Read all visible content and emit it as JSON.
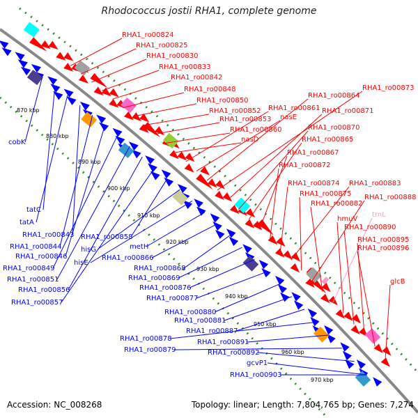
{
  "title": "Rhodococcus jostii RHA1, complete genome",
  "footer": {
    "accession": "Accession: NC_008268",
    "topology": "Topology: linear; Length: 7,804,765 bp; Genes: 7,274"
  },
  "ticks": [
    "870 kbp",
    "880 kbp",
    "890 kbp",
    "900 kbp",
    "910 kbp",
    "920 kbp",
    "930 kbp",
    "940 kbp",
    "950 kbp",
    "960 kbp",
    "970 kbp"
  ],
  "labels_forward": [
    "RHA1_ro00824",
    "RHA1_ro00825",
    "RHA1_ro00830",
    "RHA1_ro00833",
    "RHA1_ro00842",
    "RHA1_ro00848",
    "RHA1_ro00850",
    "RHA1_ro00852",
    "RHA1_ro00853",
    "RHA1_ro00860",
    "nasD",
    "RHA1_ro00861",
    "nasE",
    "RHA1_ro00864",
    "RHA1_ro00873",
    "RHA1_ro00871",
    "RHA1_ro00870",
    "RHA1_ro00865",
    "RHA1_ro00867",
    "RHA1_ro00872",
    "RHA1_ro00874",
    "RHA1_ro00883",
    "RHA1_ro00875",
    "RHA1_ro00888",
    "RHA1_ro00882",
    "trnL",
    "hmuV",
    "RHA1_ro00890",
    "RHA1_ro00895",
    "RHA1_ro00896",
    "glcB"
  ],
  "labels_reverse": [
    "cobK",
    "tatC",
    "tatA",
    "RHA1_ro00843",
    "RHA1_ro00844",
    "RHA1_ro00846",
    "RHA1_ro00849",
    "RHA1_ro00851",
    "RHA1_ro00856",
    "RHA1_ro00857",
    "RHA1_ro00858",
    "hisG",
    "hisE",
    "metH",
    "RHA1_ro00866",
    "RHA1_ro00868",
    "RHA1_ro00869",
    "RHA1_ro00876",
    "RHA1_ro00877",
    "RHA1_ro00880",
    "RHA1_ro00881",
    "RHA1_ro00887",
    "RHA1_ro00878",
    "RHA1_ro00891",
    "RHA1_ro00879",
    "RHA1_ro00892",
    "gcvP1",
    "RHA1_ro00903"
  ],
  "colors": {
    "forward": "#ff0000",
    "reverse": "#0000ff",
    "trna": "#ff99cc",
    "dots": "#228B22",
    "backbone": "#888888"
  }
}
